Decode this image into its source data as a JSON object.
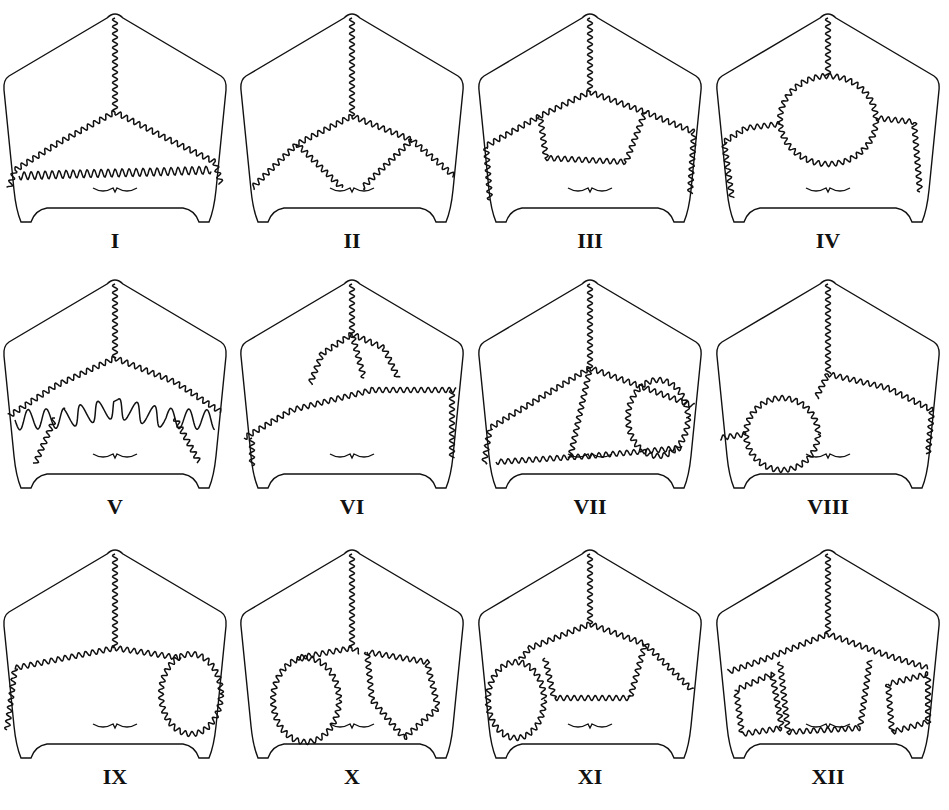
{
  "diagram": {
    "labels": [
      "I",
      "II",
      "III",
      "IV",
      "V",
      "VI",
      "VII",
      "VIII",
      "IX",
      "X",
      "XI",
      "XII"
    ]
  }
}
